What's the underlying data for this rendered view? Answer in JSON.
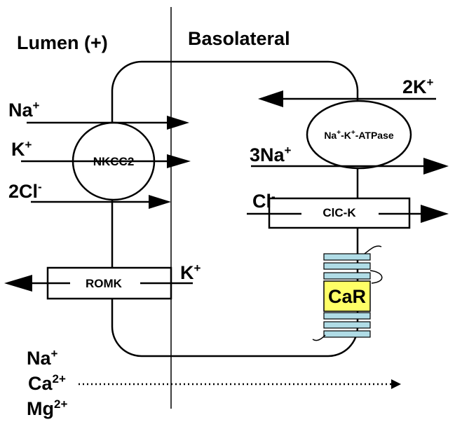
{
  "regions": {
    "lumen": "Lumen (+)",
    "basolateral": "Basolateral"
  },
  "apical": {
    "nkcc2": {
      "name": "NKCC2",
      "ions": [
        {
          "base": "Na",
          "charge": "+"
        },
        {
          "base": "K",
          "charge": "+"
        },
        {
          "base": "2Cl",
          "charge": "-"
        }
      ]
    },
    "romk": {
      "name": "ROMK",
      "ion": {
        "base": "K",
        "charge": "+"
      }
    }
  },
  "basolateral_side": {
    "atpase": {
      "name": {
        "a": "Na",
        "a_charge": "+",
        "b": "-K",
        "b_charge": "+",
        "c": "-ATPase"
      },
      "out_ion": {
        "base": "2K",
        "charge": "+"
      },
      "in_ion": {
        "base": "3Na",
        "charge": "+"
      }
    },
    "clck": {
      "name": "ClC-K",
      "ion": {
        "base": "Cl",
        "charge": "-"
      }
    },
    "car": {
      "name": "CaR",
      "highlight_color": "#ffff66",
      "helix_color": "#b0dce6"
    }
  },
  "paracellular": {
    "ions": [
      {
        "base": "Na",
        "charge": "+"
      },
      {
        "base": "Ca",
        "charge": "2+"
      },
      {
        "base": "Mg",
        "charge": "2+"
      }
    ]
  }
}
